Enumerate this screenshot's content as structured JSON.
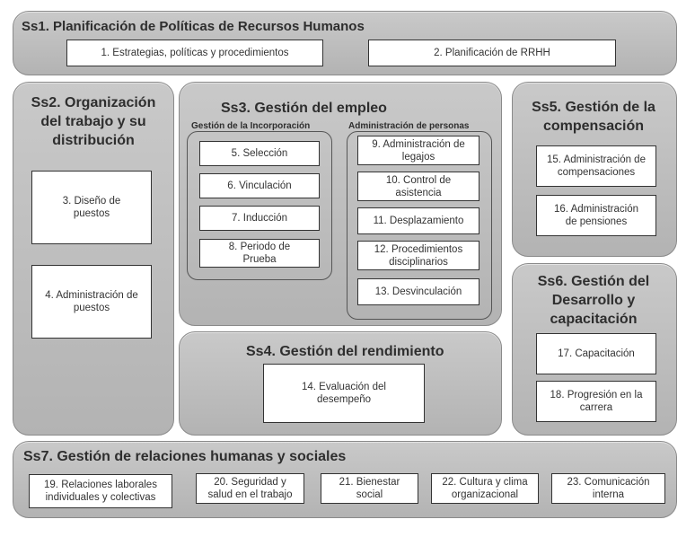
{
  "ss1": {
    "title": "Ss1. Planificación de Políticas de Recursos Humanos",
    "items": [
      "1. Estrategias, políticas y procedimientos",
      "2. Planificación de RRHH"
    ]
  },
  "ss2": {
    "title": "Ss2. Organización del trabajo y su distribución",
    "items": [
      "3. Diseño de puestos",
      "4. Administración de puestos"
    ]
  },
  "ss3": {
    "title": "Ss3. Gestión del empleo",
    "incorporacion": {
      "title": "Gestión de la Incorporación",
      "items": [
        "5. Selección",
        "6. Vinculación",
        "7. Inducción",
        "8. Periodo de Prueba"
      ]
    },
    "administracion": {
      "title": "Administración de personas",
      "items": [
        "9. Administración de legajos",
        "10. Control de asistencia",
        "11. Desplazamiento",
        "12. Procedimientos disciplinarios",
        "13. Desvinculación"
      ]
    }
  },
  "ss4": {
    "title": "Ss4. Gestión del rendimiento",
    "items": [
      "14. Evaluación del desempeño"
    ]
  },
  "ss5": {
    "title": "Ss5. Gestión de la compensación",
    "items": [
      "15. Administración de compensaciones",
      "16. Administración de pensiones"
    ]
  },
  "ss6": {
    "title": "Ss6. Gestión del Desarrollo y capacitación",
    "items": [
      "17. Capacitación",
      "18. Progresión en la carrera"
    ]
  },
  "ss7": {
    "title": "Ss7. Gestión de relaciones humanas y sociales",
    "items": [
      "19. Relaciones laborales individuales y colectivas",
      "20. Seguridad y salud en el trabajo",
      "21. Bienestar social",
      "22. Cultura y clima organizacional",
      "23. Comunicación interna"
    ]
  }
}
